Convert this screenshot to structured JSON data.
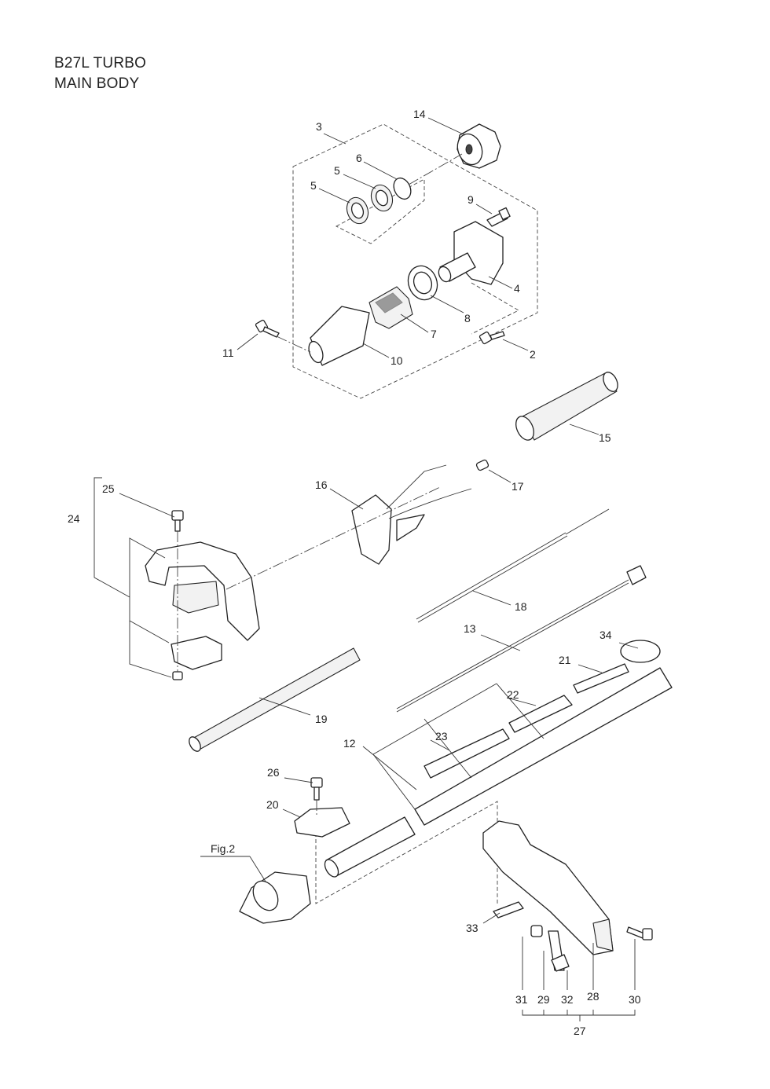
{
  "title": {
    "line1": "B27L TURBO",
    "line2": "MAIN BODY"
  },
  "reference": "Fig.2",
  "callouts": {
    "n2": "2",
    "n3": "3",
    "n4": "4",
    "n5a": "5",
    "n5b": "5",
    "n6": "6",
    "n7": "7",
    "n8": "8",
    "n9": "9",
    "n10": "10",
    "n11": "11",
    "n12": "12",
    "n13": "13",
    "n14": "14",
    "n15": "15",
    "n16": "16",
    "n17": "17",
    "n18": "18",
    "n19": "19",
    "n20": "20",
    "n21": "21",
    "n22": "22",
    "n23": "23",
    "n24": "24",
    "n25": "25",
    "n26": "26",
    "n27": "27",
    "n28": "28",
    "n29": "29",
    "n30": "30",
    "n31": "31",
    "n32": "32",
    "n33": "33",
    "n34": "34"
  }
}
